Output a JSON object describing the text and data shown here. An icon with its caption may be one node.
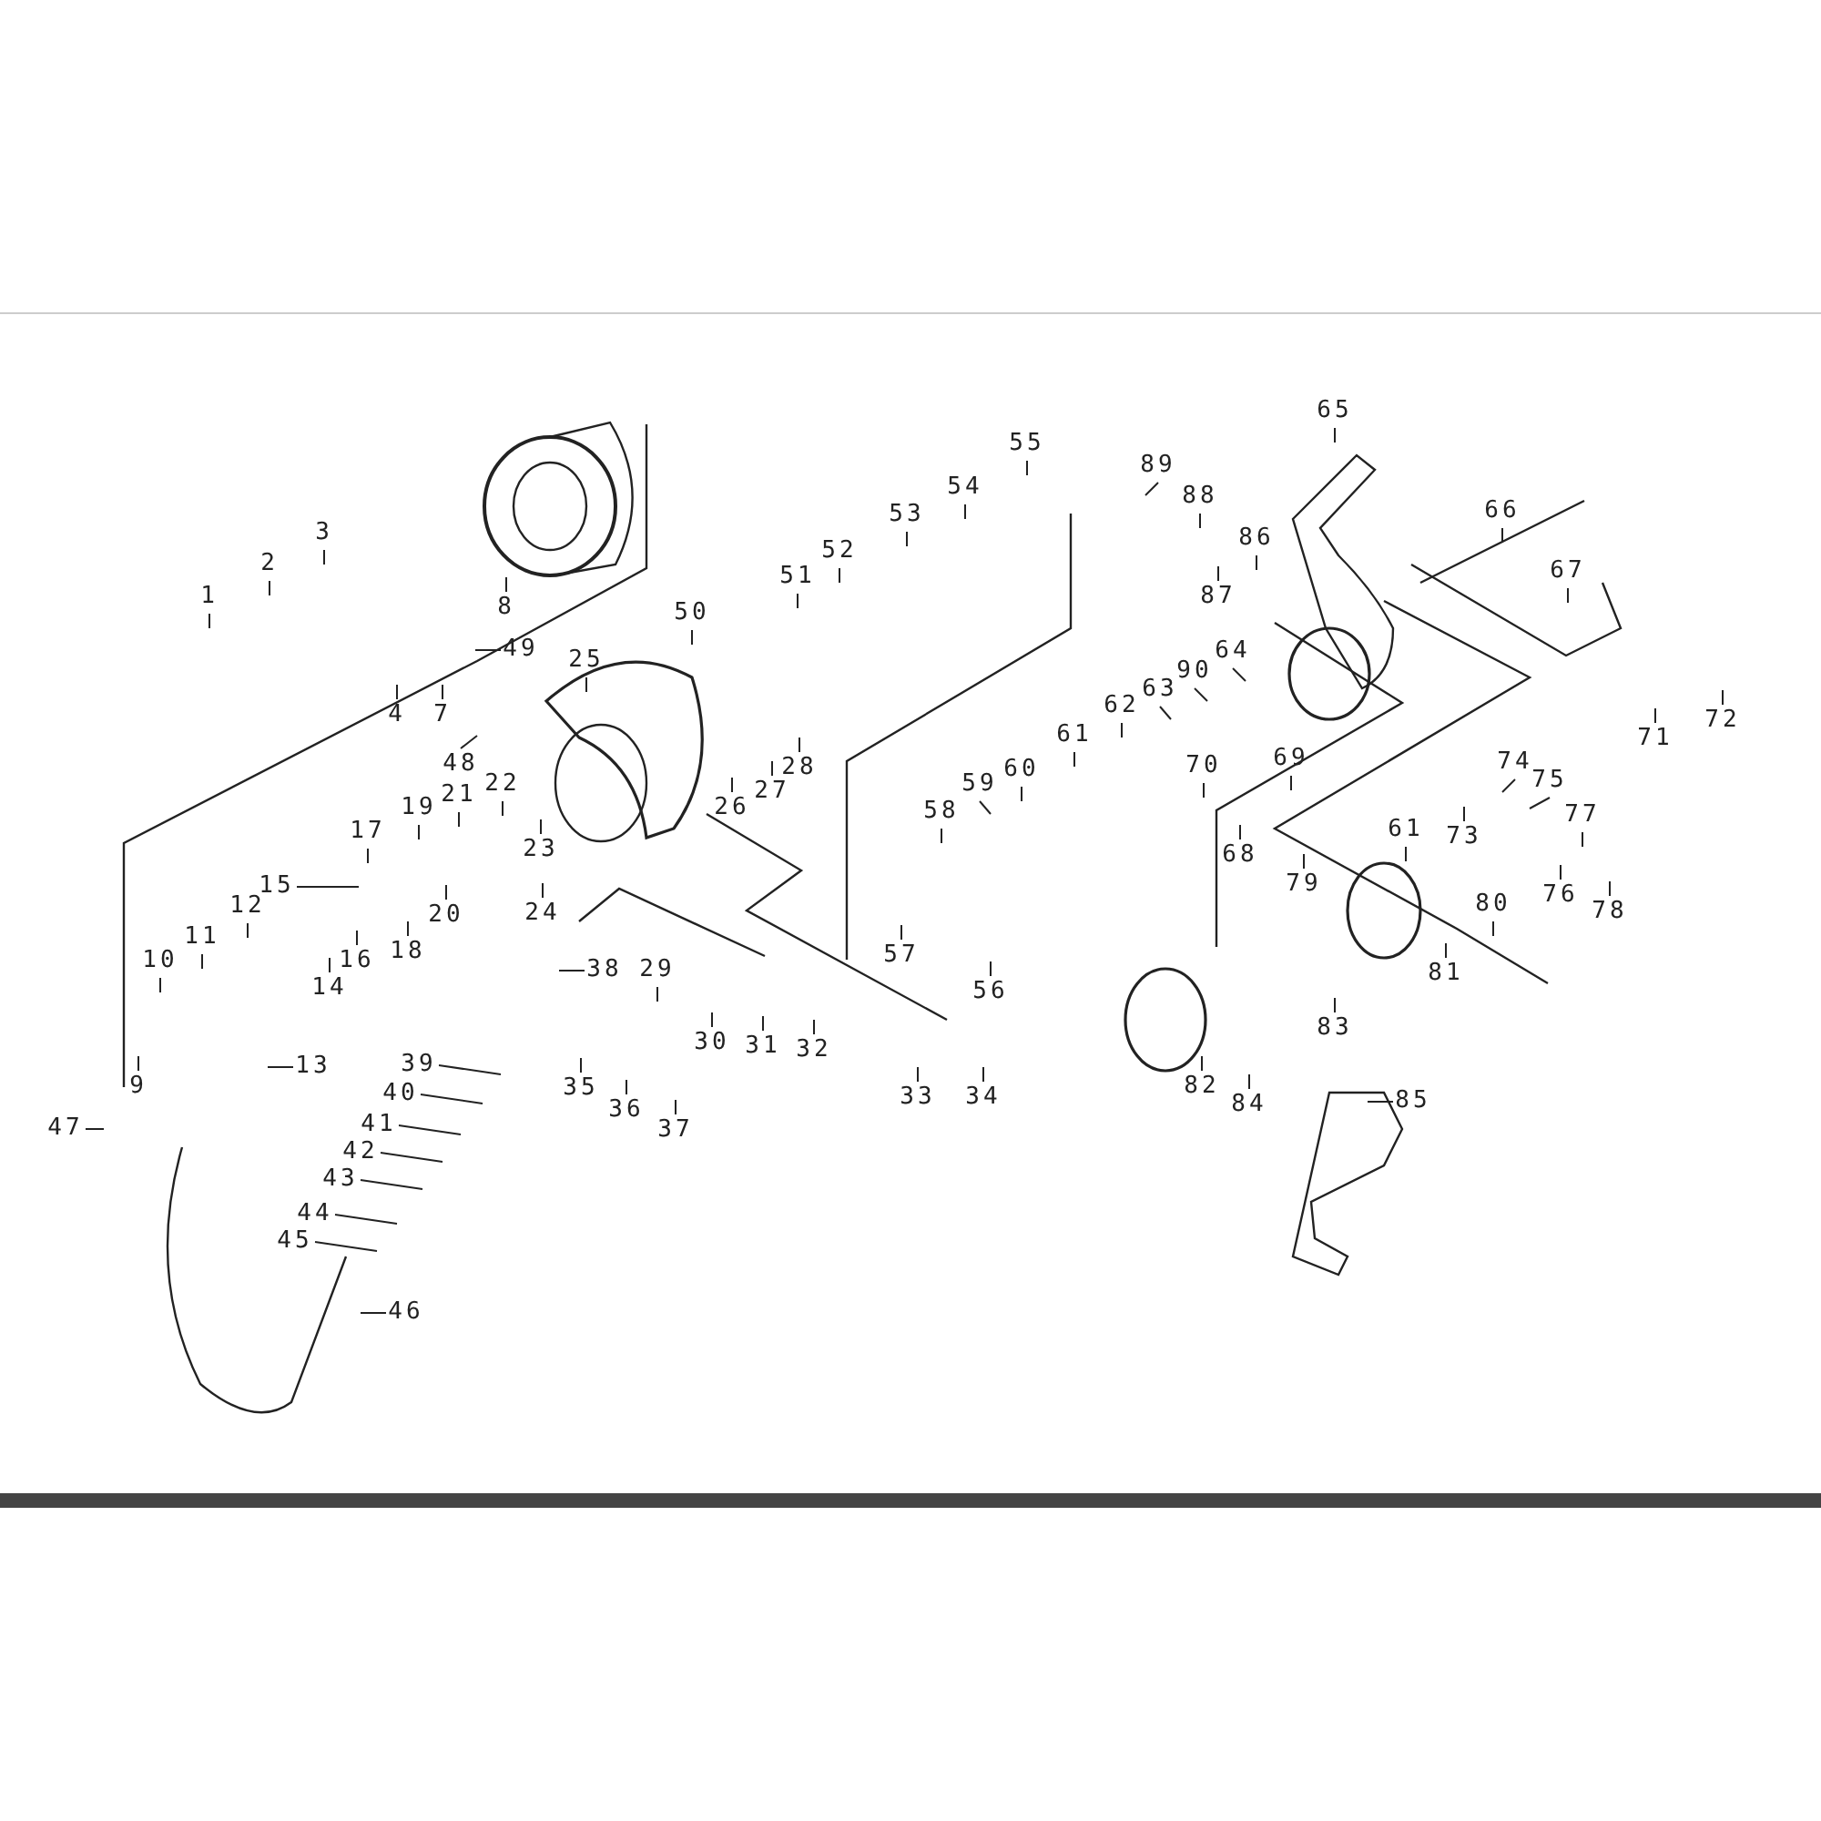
{
  "diagram": {
    "nodes": [
      {
        "text": [
          "1"
        ]
      },
      {
        "text": [
          "2"
        ]
      },
      {
        "text": [
          "3"
        ]
      },
      {
        "text": [
          "4"
        ]
      },
      {
        "text": [
          "7"
        ]
      },
      {
        "text": [
          "8"
        ]
      },
      {
        "text": [
          "9"
        ]
      },
      {
        "text": [
          "10"
        ]
      },
      {
        "text": [
          "11"
        ]
      },
      {
        "text": [
          "12"
        ]
      },
      {
        "text": [
          "13"
        ]
      },
      {
        "text": [
          "14"
        ]
      },
      {
        "text": [
          "15"
        ]
      },
      {
        "text": [
          "16"
        ]
      },
      {
        "text": [
          "17"
        ]
      },
      {
        "text": [
          "18"
        ]
      },
      {
        "text": [
          "19"
        ]
      },
      {
        "text": [
          "20"
        ]
      },
      {
        "text": [
          "21"
        ]
      },
      {
        "text": [
          "22"
        ]
      },
      {
        "text": [
          "23"
        ]
      },
      {
        "text": [
          "24"
        ]
      },
      {
        "text": [
          "25"
        ]
      },
      {
        "text": [
          "26"
        ]
      },
      {
        "text": [
          "27"
        ]
      },
      {
        "text": [
          "28"
        ]
      },
      {
        "text": [
          "29"
        ]
      },
      {
        "text": [
          "30"
        ]
      },
      {
        "text": [
          "31"
        ]
      },
      {
        "text": [
          "32"
        ]
      },
      {
        "text": [
          "33"
        ]
      },
      {
        "text": [
          "34"
        ]
      },
      {
        "text": [
          "35"
        ]
      },
      {
        "text": [
          "36"
        ]
      },
      {
        "text": [
          "37"
        ]
      },
      {
        "text": [
          "38"
        ]
      },
      {
        "text": [
          "39"
        ]
      },
      {
        "text": [
          "40"
        ]
      },
      {
        "text": [
          "41"
        ]
      },
      {
        "text": [
          "42"
        ]
      },
      {
        "text": [
          "43"
        ]
      },
      {
        "text": [
          "44"
        ]
      },
      {
        "text": [
          "45"
        ]
      },
      {
        "text": [
          "46"
        ]
      },
      {
        "text": [
          "47"
        ]
      },
      {
        "text": [
          "48"
        ]
      },
      {
        "text": [
          "49"
        ]
      },
      {
        "text": [
          "50"
        ]
      },
      {
        "text": [
          "51"
        ]
      },
      {
        "text": [
          "52"
        ]
      },
      {
        "text": [
          "53"
        ]
      },
      {
        "text": [
          "54"
        ]
      },
      {
        "text": [
          "55"
        ]
      },
      {
        "text": [
          "56"
        ]
      },
      {
        "text": [
          "57"
        ]
      },
      {
        "text": [
          "58"
        ]
      },
      {
        "text": [
          "59"
        ]
      },
      {
        "text": [
          "60"
        ]
      },
      {
        "text": [
          "61"
        ]
      },
      {
        "text": [
          "61"
        ]
      },
      {
        "text": [
          "62"
        ]
      },
      {
        "text": [
          "63"
        ]
      },
      {
        "text": [
          "64"
        ]
      },
      {
        "text": [
          "65"
        ]
      },
      {
        "text": [
          "66"
        ]
      },
      {
        "text": [
          "67"
        ]
      },
      {
        "text": [
          "68"
        ]
      },
      {
        "text": [
          "69"
        ]
      },
      {
        "text": [
          "70"
        ]
      },
      {
        "text": [
          "71"
        ]
      },
      {
        "text": [
          "72"
        ]
      },
      {
        "text": [
          "73"
        ]
      },
      {
        "text": [
          "74"
        ]
      },
      {
        "text": [
          "75"
        ]
      },
      {
        "text": [
          "76"
        ]
      },
      {
        "text": [
          "77"
        ]
      },
      {
        "text": [
          "78"
        ]
      },
      {
        "text": [
          "79"
        ]
      },
      {
        "text": [
          "80"
        ]
      },
      {
        "text": [
          "81"
        ]
      },
      {
        "text": [
          "82"
        ]
      },
      {
        "text": [
          "83"
        ]
      },
      {
        "text": [
          "84"
        ]
      },
      {
        "text": [
          "85"
        ]
      },
      {
        "text": [
          "86"
        ]
      },
      {
        "text": [
          "87"
        ]
      },
      {
        "text": [
          "88"
        ]
      },
      {
        "text": [
          "89"
        ]
      },
      {
        "text": [
          "90"
        ]
      }
    ],
    "edges": [
      {
        "from": 0,
        "to": null,
        "arrow": "none"
      },
      {
        "from": 1,
        "to": null,
        "arrow": "none"
      },
      {
        "from": 2,
        "to": null,
        "arrow": "none"
      },
      {
        "from": 3,
        "to": null,
        "arrow": "none"
      },
      {
        "from": 4,
        "to": null,
        "arrow": "none"
      },
      {
        "from": 5,
        "to": null,
        "arrow": "none"
      },
      {
        "from": 6,
        "to": null,
        "arrow": "none"
      },
      {
        "from": 7,
        "to": null,
        "arrow": "none"
      },
      {
        "from": 8,
        "to": null,
        "arrow": "none"
      },
      {
        "from": 9,
        "to": null,
        "arrow": "none"
      },
      {
        "from": 10,
        "to": null,
        "arrow": "none"
      },
      {
        "from": 11,
        "to": null,
        "arrow": "none"
      },
      {
        "from": 12,
        "to": null,
        "arrow": "none"
      },
      {
        "from": 13,
        "to": null,
        "arrow": "none"
      },
      {
        "from": 14,
        "to": null,
        "arrow": "none"
      },
      {
        "from": 15,
        "to": null,
        "arrow": "none"
      },
      {
        "from": 16,
        "to": null,
        "arrow": "none"
      },
      {
        "from": 17,
        "to": null,
        "arrow": "none"
      },
      {
        "from": 18,
        "to": null,
        "arrow": "none"
      },
      {
        "from": 19,
        "to": null,
        "arrow": "none"
      },
      {
        "from": 20,
        "to": null,
        "arrow": "none"
      },
      {
        "from": 21,
        "to": null,
        "arrow": "none"
      },
      {
        "from": 22,
        "to": null,
        "arrow": "none"
      },
      {
        "from": 23,
        "to": null,
        "arrow": "none"
      },
      {
        "from": 24,
        "to": null,
        "arrow": "none"
      },
      {
        "from": 25,
        "to": null,
        "arrow": "none"
      },
      {
        "from": 26,
        "to": null,
        "arrow": "none"
      },
      {
        "from": 27,
        "to": null,
        "arrow": "none"
      },
      {
        "from": 28,
        "to": null,
        "arrow": "none"
      },
      {
        "from": 29,
        "to": null,
        "arrow": "none"
      },
      {
        "from": 30,
        "to": null,
        "arrow": "none"
      },
      {
        "from": 31,
        "to": null,
        "arrow": "none"
      },
      {
        "from": 32,
        "to": null,
        "arrow": "none"
      },
      {
        "from": 33,
        "to": null,
        "arrow": "none"
      },
      {
        "from": 34,
        "to": null,
        "arrow": "none"
      },
      {
        "from": 35,
        "to": null,
        "arrow": "none"
      },
      {
        "from": 36,
        "to": null,
        "arrow": "none"
      },
      {
        "from": 37,
        "to": null,
        "arrow": "none"
      },
      {
        "from": 38,
        "to": null,
        "arrow": "none"
      },
      {
        "from": 39,
        "to": null,
        "arrow": "none"
      },
      {
        "from": 40,
        "to": null,
        "arrow": "none"
      },
      {
        "from": 41,
        "to": null,
        "arrow": "none"
      },
      {
        "from": 42,
        "to": null,
        "arrow": "none"
      },
      {
        "from": 43,
        "to": null,
        "arrow": "none"
      },
      {
        "from": 44,
        "to": null,
        "arrow": "none"
      },
      {
        "from": 45,
        "to": null,
        "arrow": "none"
      },
      {
        "from": 46,
        "to": null,
        "arrow": "none"
      },
      {
        "from": 47,
        "to": null,
        "arrow": "none"
      },
      {
        "from": 48,
        "to": null,
        "arrow": "none"
      },
      {
        "from": 49,
        "to": null,
        "arrow": "none"
      },
      {
        "from": 50,
        "to": null,
        "arrow": "none"
      },
      {
        "from": 51,
        "to": null,
        "arrow": "none"
      },
      {
        "from": 52,
        "to": null,
        "arrow": "none"
      },
      {
        "from": 53,
        "to": null,
        "arrow": "none"
      },
      {
        "from": 54,
        "to": null,
        "arrow": "none"
      },
      {
        "from": 55,
        "to": null,
        "arrow": "none"
      },
      {
        "from": 56,
        "to": null,
        "arrow": "none"
      },
      {
        "from": 57,
        "to": null,
        "arrow": "none"
      },
      {
        "from": 58,
        "to": null,
        "arrow": "none"
      },
      {
        "from": 59,
        "to": null,
        "arrow": "none"
      },
      {
        "from": 60,
        "to": null,
        "arrow": "none"
      },
      {
        "from": 61,
        "to": null,
        "arrow": "none"
      },
      {
        "from": 62,
        "to": null,
        "arrow": "none"
      },
      {
        "from": 63,
        "to": null,
        "arrow": "none"
      },
      {
        "from": 64,
        "to": null,
        "arrow": "none"
      },
      {
        "from": 65,
        "to": null,
        "arrow": "none"
      },
      {
        "from": 66,
        "to": null,
        "arrow": "none"
      },
      {
        "from": 67,
        "to": null,
        "arrow": "none"
      },
      {
        "from": 68,
        "to": null,
        "arrow": "none"
      },
      {
        "from": 69,
        "to": null,
        "arrow": "none"
      },
      {
        "from": 70,
        "to": null,
        "arrow": "none"
      },
      {
        "from": 71,
        "to": null,
        "arrow": "none"
      },
      {
        "from": 72,
        "to": null,
        "arrow": "none"
      },
      {
        "from": 73,
        "to": null,
        "arrow": "none"
      },
      {
        "from": 74,
        "to": null,
        "arrow": "none"
      },
      {
        "from": 75,
        "to": null,
        "arrow": "none"
      },
      {
        "from": 76,
        "to": null,
        "arrow": "none"
      },
      {
        "from": 77,
        "to": null,
        "arrow": "none"
      },
      {
        "from": 78,
        "to": null,
        "arrow": "none"
      },
      {
        "from": 79,
        "to": null,
        "arrow": "none"
      },
      {
        "from": 80,
        "to": null,
        "arrow": "none"
      },
      {
        "from": 81,
        "to": null,
        "arrow": "none"
      },
      {
        "from": 82,
        "to": null,
        "arrow": "none"
      },
      {
        "from": 83,
        "to": null,
        "arrow": "none"
      },
      {
        "from": 84,
        "to": null,
        "arrow": "none"
      },
      {
        "from": 85,
        "to": null,
        "arrow": "none"
      },
      {
        "from": 86,
        "to": null,
        "arrow": "none"
      },
      {
        "from": 87,
        "to": null,
        "arrow": "none"
      },
      {
        "from": 88,
        "to": null,
        "arrow": "none"
      }
    ]
  }
}
